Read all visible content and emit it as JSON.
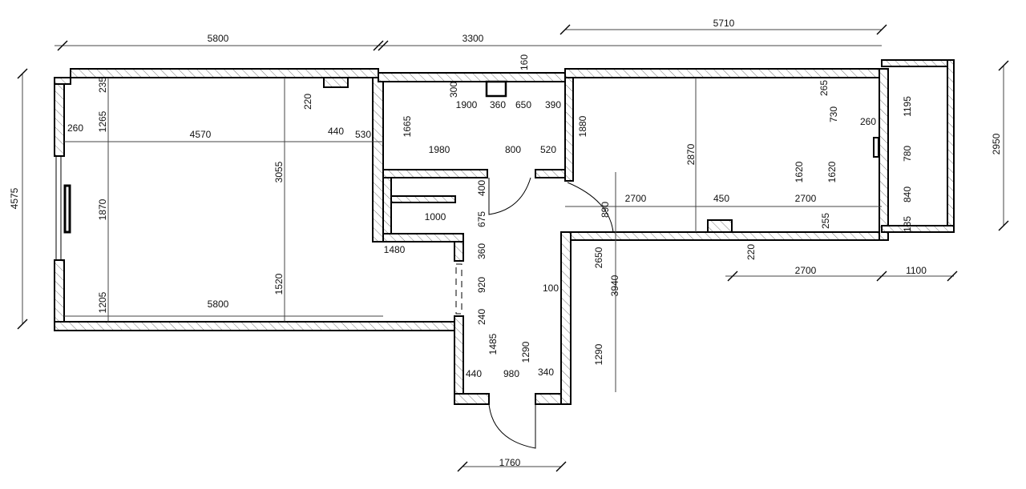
{
  "plan": {
    "dimensions": [
      "5800",
      "3300",
      "5710",
      "160",
      "1900",
      "360",
      "650",
      "390",
      "260",
      "4570",
      "440",
      "530",
      "1980",
      "800",
      "520",
      "1000",
      "1480",
      "5800",
      "2700",
      "450",
      "2700",
      "260",
      "2700",
      "1100",
      "440",
      "980",
      "340",
      "1760",
      "100",
      "4575",
      "235",
      "1265",
      "1870",
      "1205",
      "220",
      "3055",
      "1520",
      "300",
      "1665",
      "400",
      "675",
      "360",
      "920",
      "240",
      "1485",
      "1290",
      "1880",
      "2870",
      "1620",
      "1620",
      "265",
      "730",
      "255",
      "220",
      "890",
      "2650",
      "3940",
      "1290",
      "1195",
      "780",
      "840",
      "135",
      "2950"
    ]
  }
}
